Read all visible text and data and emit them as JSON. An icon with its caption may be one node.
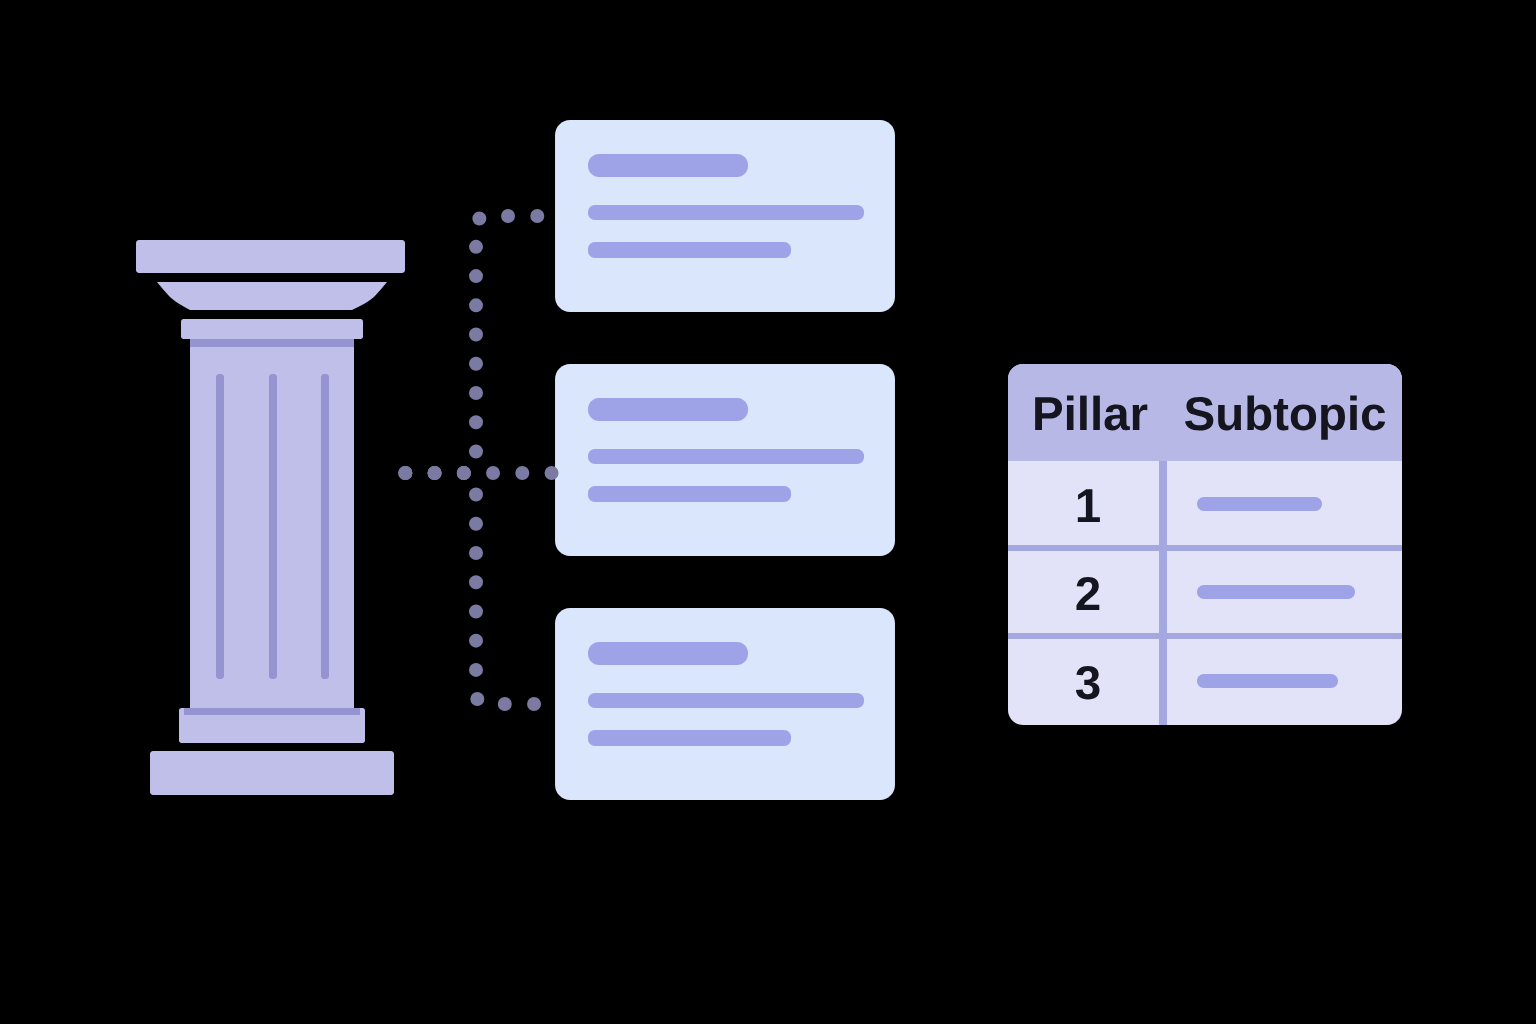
{
  "diagram": {
    "nodes": [
      {
        "text": [],
        "shape": "picture"
      },
      {
        "text": [],
        "shape": "box"
      },
      {
        "text": [],
        "shape": "box"
      },
      {
        "text": [],
        "shape": "box"
      }
    ],
    "edges": [
      {
        "from": 0,
        "to": 1,
        "arrow": "none",
        "style": "dashed"
      },
      {
        "from": 0,
        "to": 2,
        "arrow": "none",
        "style": "dashed"
      },
      {
        "from": 0,
        "to": 3,
        "arrow": "none",
        "style": "dashed"
      }
    ],
    "labels": [
      "Pillar",
      "Subtopic",
      "1",
      "2",
      "3"
    ]
  }
}
